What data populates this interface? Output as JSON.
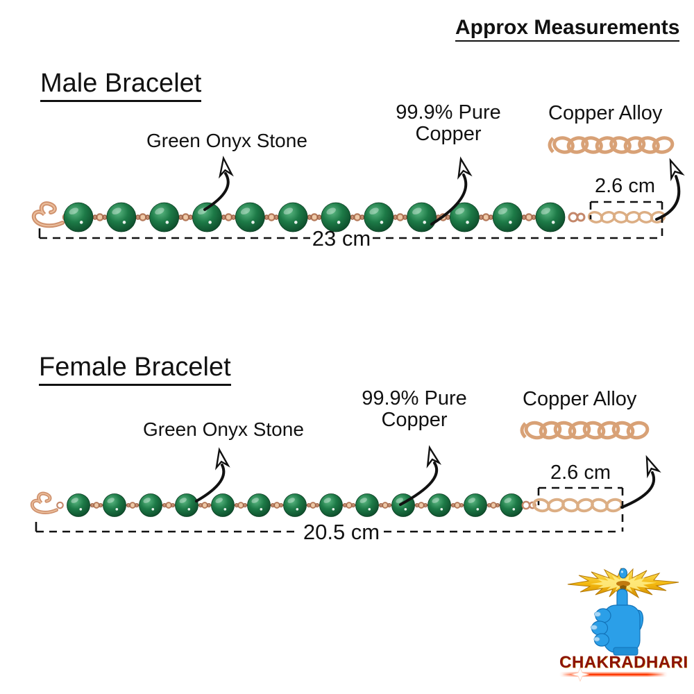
{
  "header": {
    "title": "Approx Measurements"
  },
  "male": {
    "title": "Male Bracelet",
    "stone_label": "Green Onyx Stone",
    "copper_label_line1": "99.9% Pure",
    "copper_label_line2": "Copper",
    "alloy_label": "Copper Alloy",
    "extension_length": "2.6 cm",
    "total_length": "23 cm",
    "bead_count": 12
  },
  "female": {
    "title": "Female Bracelet",
    "stone_label": "Green Onyx Stone",
    "copper_label_line1": "99.9% Pure",
    "copper_label_line2": "Copper",
    "alloy_label": "Copper Alloy",
    "extension_length": "2.6 cm",
    "total_length": "20.5 cm",
    "bead_count": 13
  },
  "logo": {
    "brand": "CHAKRADHARI"
  },
  "colors": {
    "bead_green": "#1d7a47",
    "copper_wire": "#c4876a",
    "chain_copper": "#dcae84",
    "zoom_chain_copper": "#d8a176",
    "text": "#111111",
    "hand_blue": "#2b9fe8",
    "hand_blue_dark": "#1272b8",
    "chakra_gold": "#f6c51c",
    "brand_red": "#8c1408"
  }
}
